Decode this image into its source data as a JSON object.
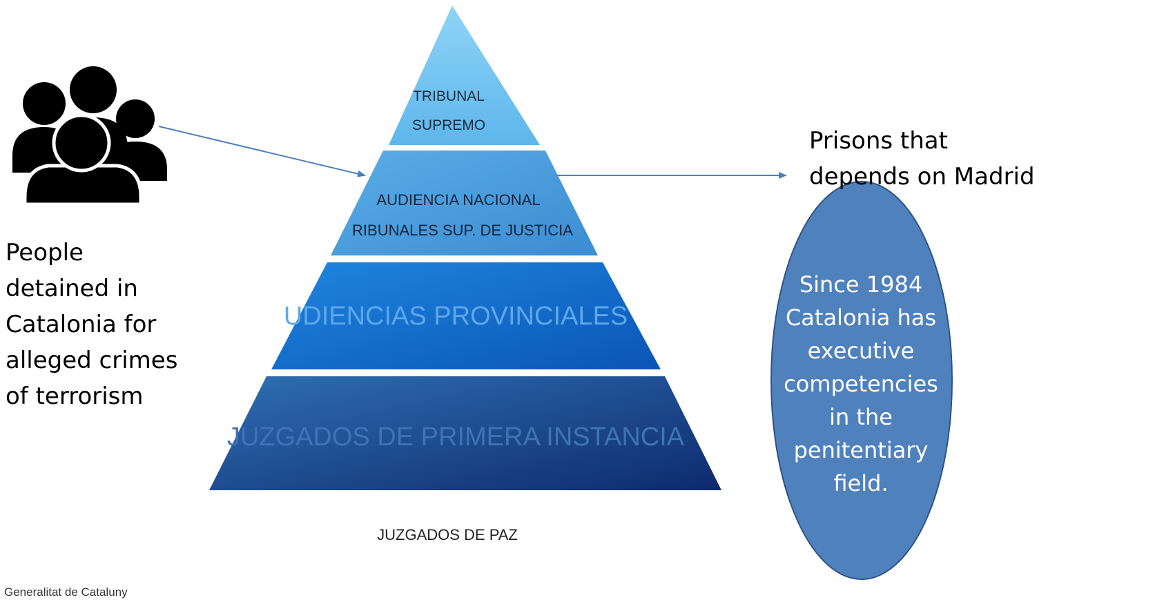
{
  "pyramid": {
    "levels": [
      {
        "lines": [
          "TRIBUNAL",
          "SUPREMO"
        ],
        "color_top": "#8fd4f7",
        "color_bottom": "#5db6ec"
      },
      {
        "lines": [
          "AUDIENCIA NACIONAL",
          "RIBUNALES SUP. DE JUSTICIA"
        ],
        "color_top": "#5aaee6",
        "color_bottom": "#3b8cd2"
      },
      {
        "lines": [
          "UDIENCIAS PROVINCIALES"
        ],
        "color_top": "#1f86e0",
        "color_bottom": "#0a55b6"
      },
      {
        "lines": [
          "JUZGADOS DE PRIMERA INSTANCIA"
        ],
        "color_top": "#2f6fb3",
        "color_bottom": "#0e2a6e"
      }
    ],
    "base_label": "JUZGADOS DE PAZ"
  },
  "people": {
    "icon": "people-group-icon",
    "caption_lines": [
      "People",
      "detained in",
      "Catalonia for",
      "alleged crimes",
      "of terrorism"
    ]
  },
  "prisons": {
    "caption_lines": [
      "Prisons that",
      "depends on Madrid"
    ]
  },
  "note": {
    "lines": [
      "Since 1984",
      "Catalonia has",
      "executive",
      "competencies",
      "in the",
      "penitentiary",
      "field."
    ],
    "fill": "#4f81bd",
    "stroke": "#2f5485"
  },
  "footer": {
    "text": "Generalitat de Cataluny"
  },
  "colors": {
    "arrow": "#4a7ebf"
  }
}
